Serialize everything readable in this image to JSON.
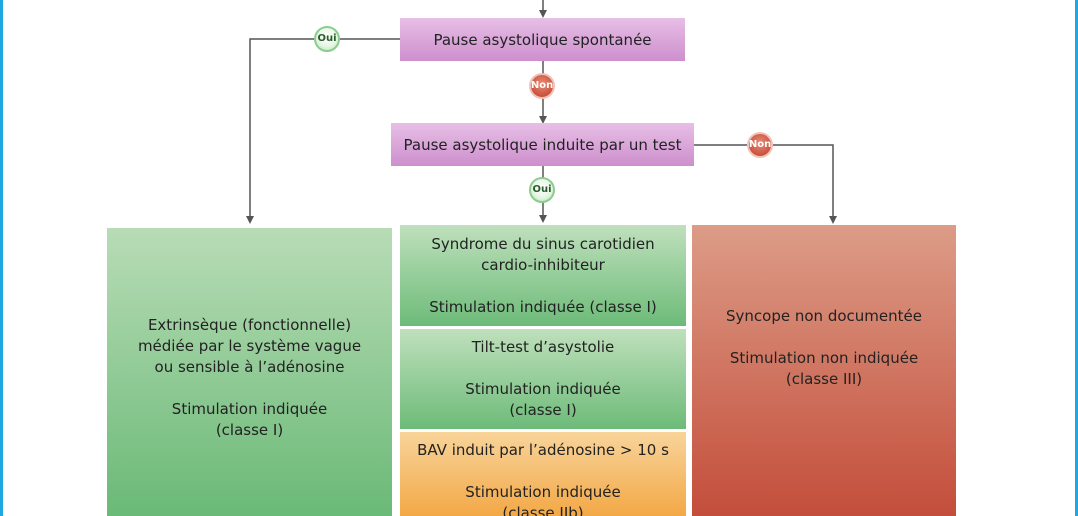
{
  "top_box": {
    "label": "Pause asystolique spontanée"
  },
  "second_box": {
    "label": "Pause asystolique induite par un test"
  },
  "badges": {
    "yes_top": "Oui",
    "no_top": "Non",
    "yes_middle": "Oui",
    "no_right": "Non"
  },
  "left_box": {
    "line1": "Extrinsèque (fonctionnelle)",
    "line2": "médiée par le système vague",
    "line3": "ou sensible à l’adénosine",
    "indication": "Stimulation indiquée",
    "class": "(classe I)"
  },
  "middle_boxes": {
    "carotid": {
      "line1": "Syndrome du sinus carotidien",
      "line2": "cardio-inhibiteur",
      "indication": "Stimulation indiquée (classe I)"
    },
    "tilt": {
      "title": "Tilt-test d’asystolie",
      "indication": "Stimulation indiquée",
      "class": "(classe I)"
    },
    "bav": {
      "title": "BAV induit par l’adénosine > 10 s",
      "indication": "Stimulation indiquée",
      "class": "(classe IIb)"
    }
  },
  "right_box": {
    "title": "Syncope non documentée",
    "indication": "Stimulation non indiquée",
    "class": "(classe III)"
  },
  "colors": {
    "border": "#1ea7e1",
    "pink": "#d9a3d8",
    "green": "#8cc98f",
    "red": "#c9543f",
    "orange": "#f5b560",
    "line": "#555555"
  }
}
